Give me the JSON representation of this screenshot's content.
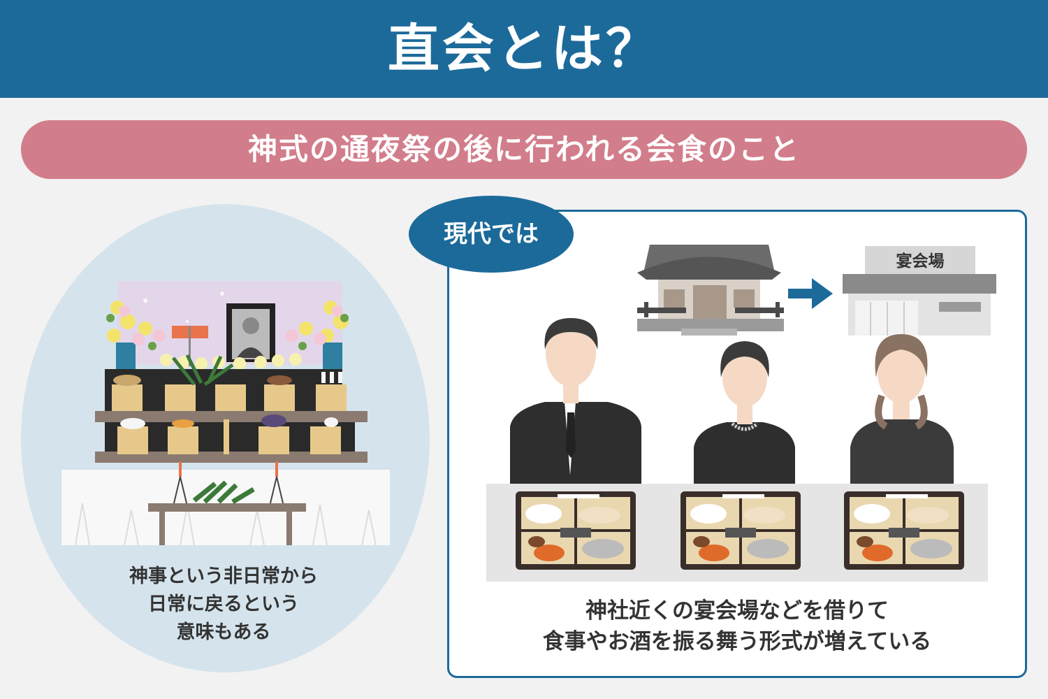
{
  "header": {
    "title": "直会とは？"
  },
  "subtitle": {
    "text": "神式の通夜祭の後に行われる会食のこと"
  },
  "left_panel": {
    "caption_lines": [
      "神事という非日常から",
      "日常に戻るという",
      "意味もある"
    ]
  },
  "right_panel": {
    "badge": "現代では",
    "hall_sign": "宴会場",
    "caption_lines": [
      "神社近くの宴会場などを借りて",
      "食事やお酒を振る舞う形式が増えている"
    ]
  },
  "colors": {
    "header_blue": "#1c6a9a",
    "pill_pink": "#d27d8b",
    "ellipse_blue": "#d5e3ec",
    "page_bg": "#f2f2f2"
  }
}
